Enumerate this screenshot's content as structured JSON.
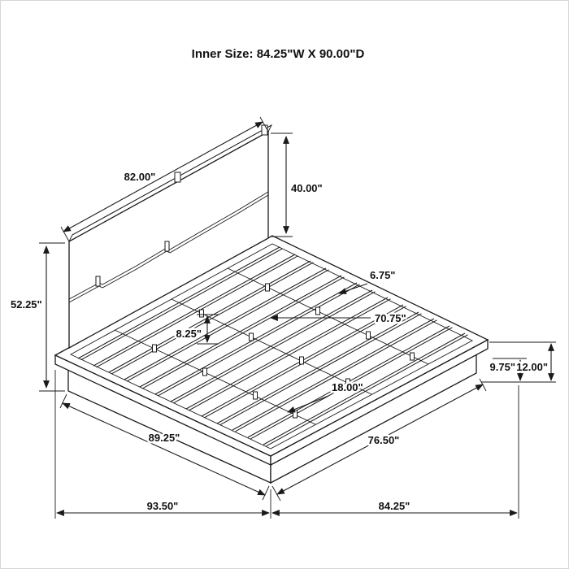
{
  "window": {
    "background": "#ffffff",
    "border_color": "#d6d6d6",
    "ink_color": "#1a1a1a"
  },
  "title": "Inner Size: 84.25\"W X 90.00\"D",
  "diagram": {
    "type": "isometric-furniture-dimension-drawing",
    "subject": "platform-bed-with-panel-headboard-and-slats",
    "labels": {
      "headboard_width": "82.00\"",
      "headboard_height": "40.00\"",
      "floor_to_headboard_top": "52.25\"",
      "slat_detail": "6.75\"",
      "slat_length": "70.75\"",
      "slat_spacing": "8.25\"",
      "center_rail_detail": "18.00\"",
      "base_height": "9.75\"",
      "overall_height": "12.00\"",
      "side_rail_length": "89.25\"",
      "front_rail_width": "76.50\"",
      "overall_depth": "93.50\"",
      "overall_width": "84.25\""
    }
  }
}
